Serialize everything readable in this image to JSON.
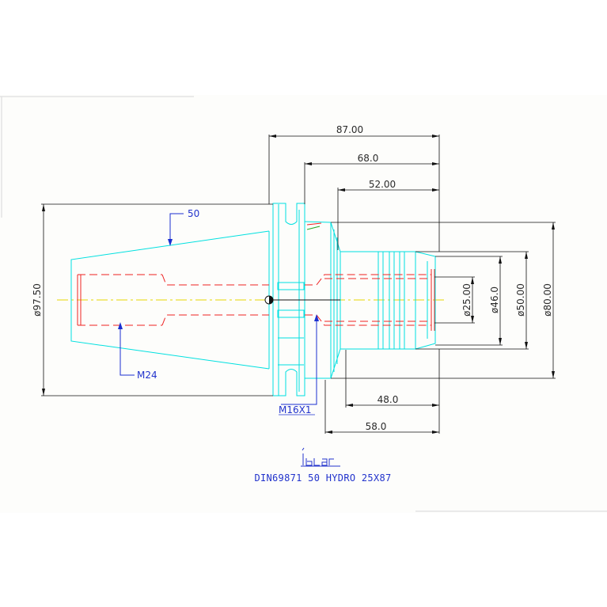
{
  "colors": {
    "background": "#ffffff",
    "paper": "#fdfdfb",
    "outline": "#00e0e0",
    "hidden": "#ee2222",
    "dimension": "#111111",
    "leader": "#1a2fd0",
    "centerline": "#e6d800",
    "logo": "#2233cc"
  },
  "dimensions": {
    "length_87": "87.00",
    "length_68": "68.0",
    "length_52": "52.00",
    "length_48": "48.0",
    "length_58": "58.0",
    "dia_97_50": "ø97.50",
    "dia_25": "ø25.00",
    "dia_46": "ø46.0",
    "dia_50": "ø50.00",
    "dia_80": "ø80.00"
  },
  "callouts": {
    "taper": "50",
    "thread_rear": "M24",
    "thread_front": "M16X1"
  },
  "title_block": {
    "logo_icon": "iscar-logo",
    "designation": "DIN69871 50 HYDRO 25X87"
  }
}
